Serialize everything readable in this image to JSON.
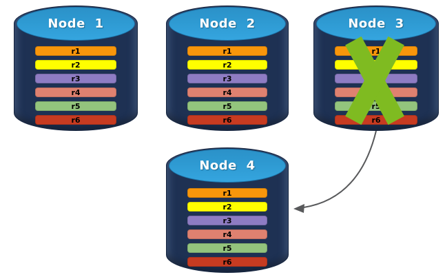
{
  "diagram": {
    "colors": {
      "cylinder_body": "#1E3153",
      "cylinder_body_edge": "#14243F",
      "cylinder_top": "#2E9AD2",
      "cylinder_top_edge": "#1C74A9",
      "x_mark": "#7FBB21",
      "arrow": "#58595B",
      "row_text": "#000000",
      "title_text": "#FFFFFF",
      "page_bg": "#FFFFFF"
    },
    "rows": [
      {
        "label": "r1",
        "color": "#F8960B"
      },
      {
        "label": "r2",
        "color": "#FFFF00"
      },
      {
        "label": "r3",
        "color": "#8E7CC3"
      },
      {
        "label": "r4",
        "color": "#DF8170"
      },
      {
        "label": "r5",
        "color": "#93C47D"
      },
      {
        "label": "r6",
        "color": "#C73B21"
      }
    ],
    "nodes": [
      {
        "title": "Node 1",
        "failed": false
      },
      {
        "title": "Node 2",
        "failed": false
      },
      {
        "title": "Node 3",
        "failed": true
      },
      {
        "title": "Node 4",
        "failed": false
      }
    ],
    "connector": {
      "from": "Node 3",
      "to": "Node 4"
    }
  }
}
